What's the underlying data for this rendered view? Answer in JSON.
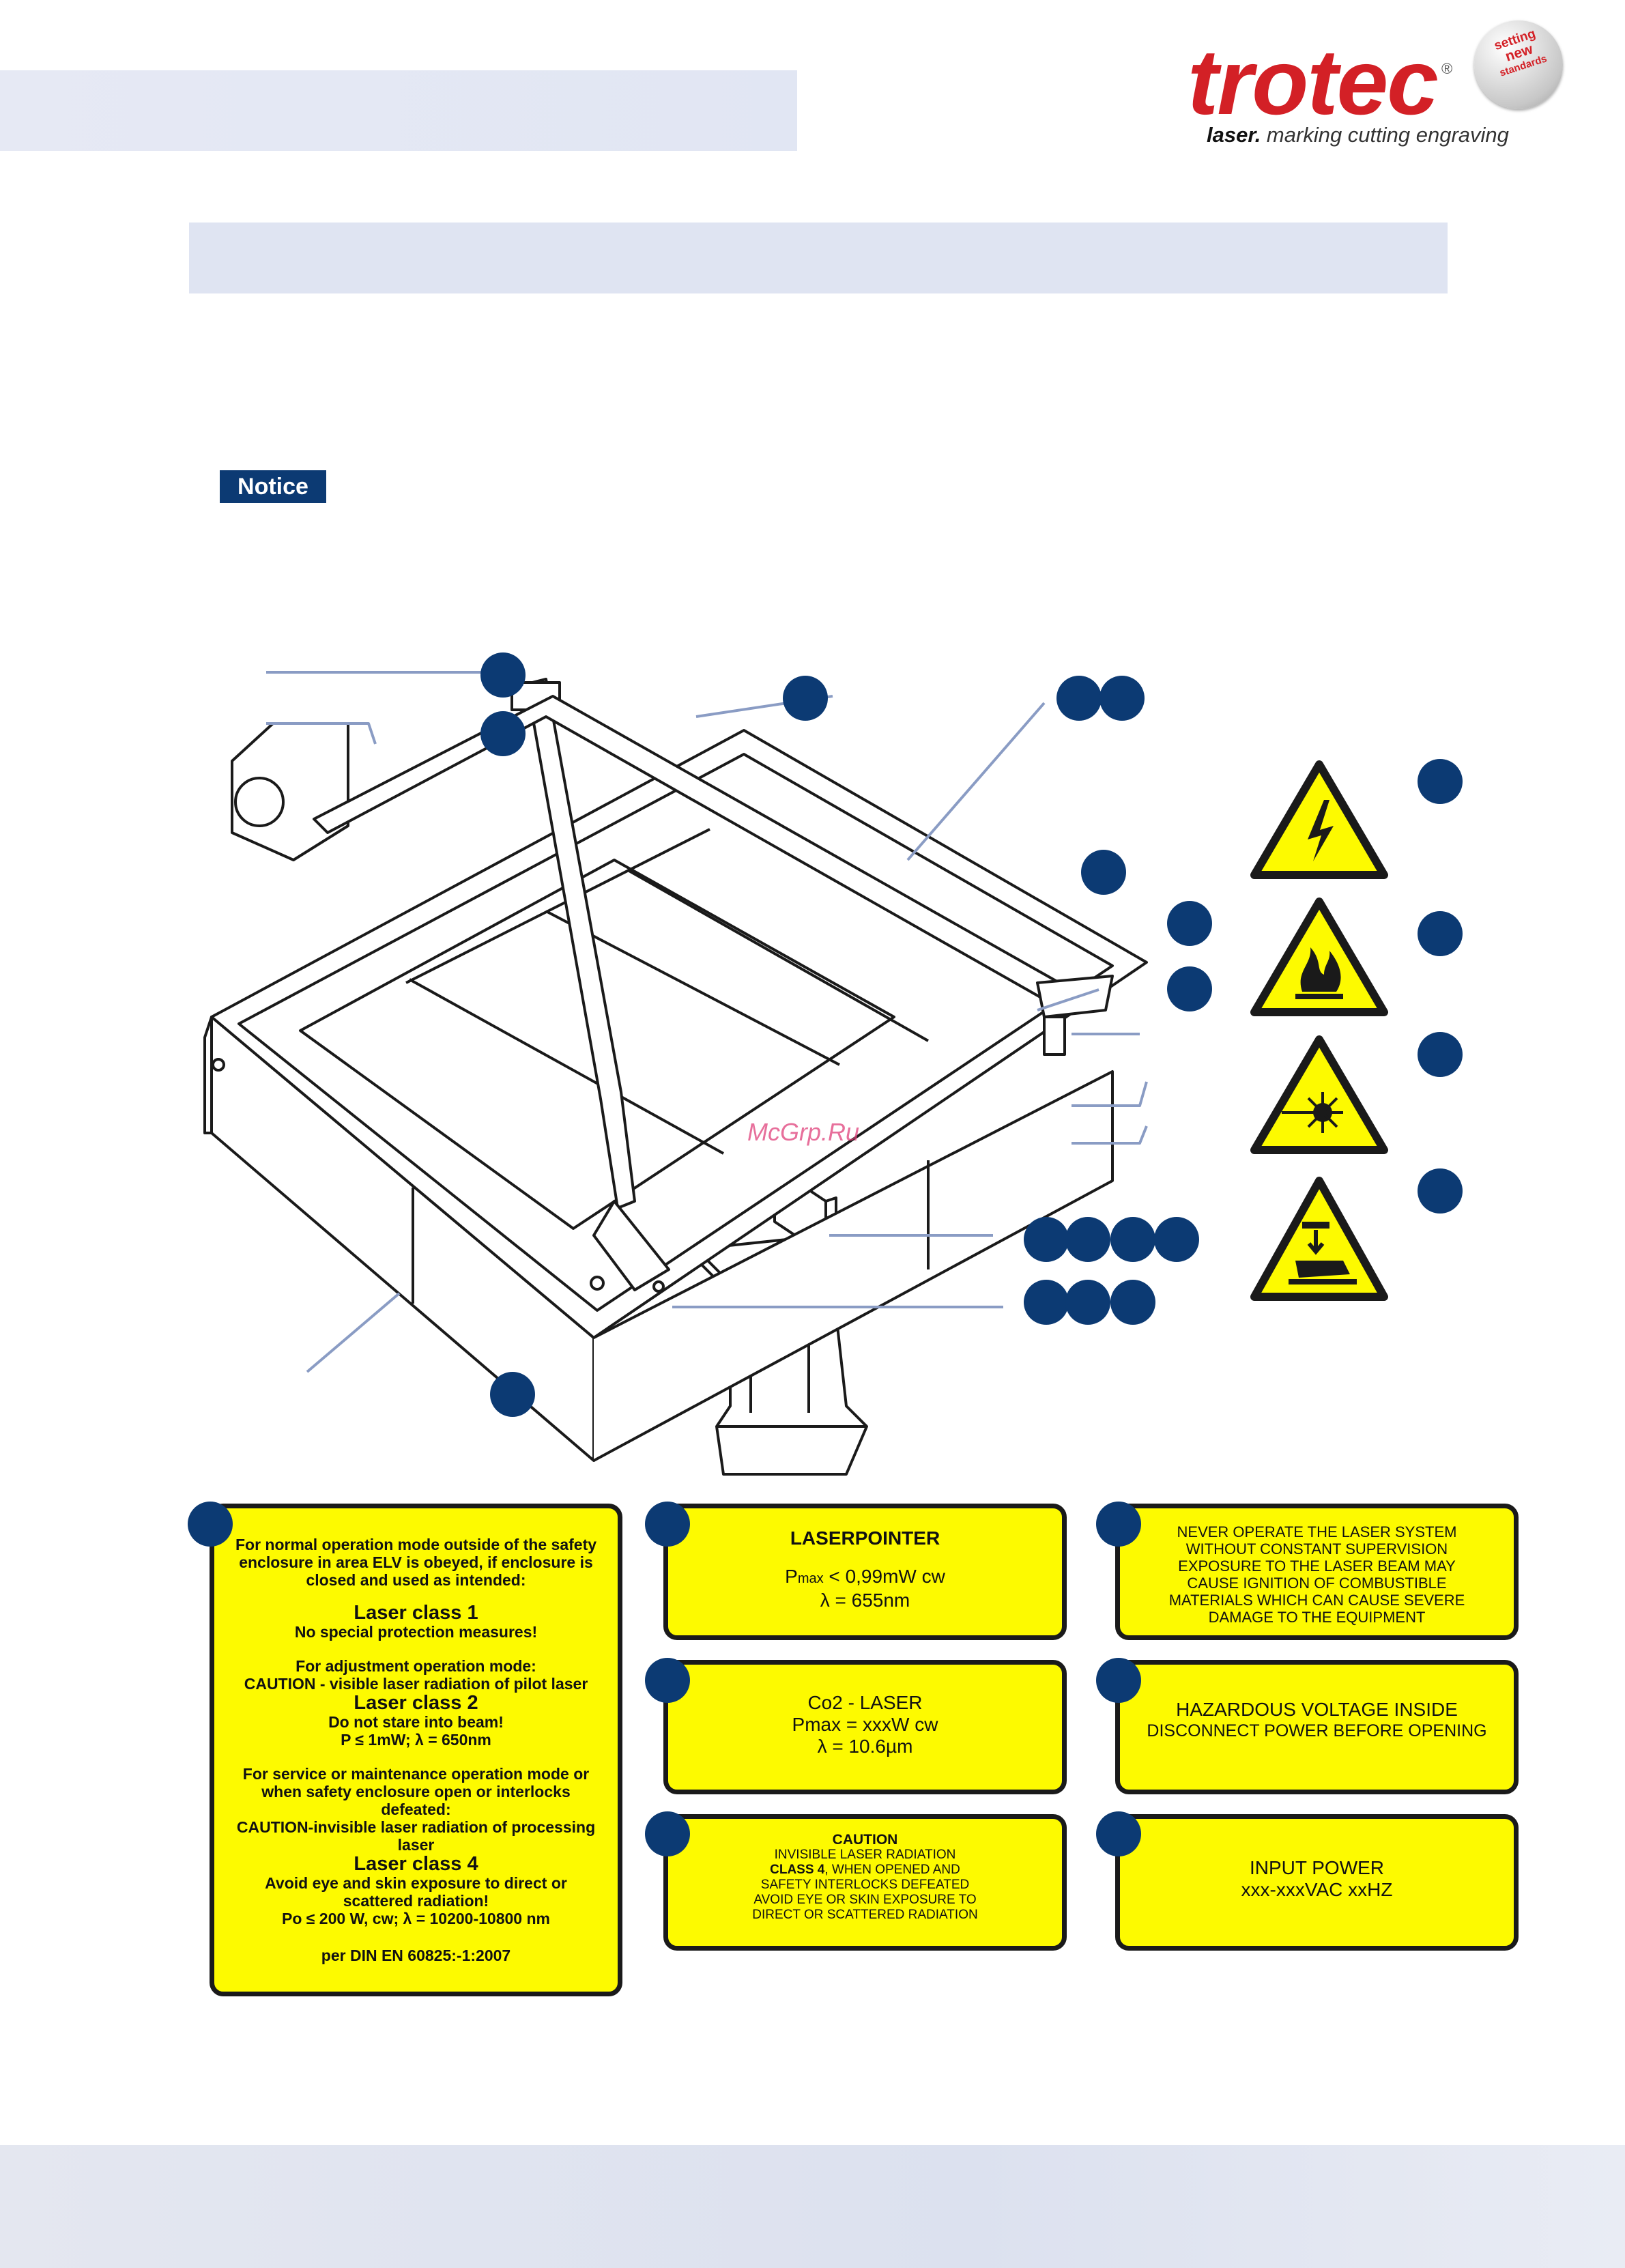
{
  "brand": {
    "name": "trotec",
    "registered": "®",
    "tagline_bold": "laser.",
    "tagline_rest": " marking cutting engraving",
    "seal_line1": "setting",
    "seal_line2": "new",
    "seal_line3": "standards"
  },
  "notice": {
    "label": "Notice"
  },
  "watermark": "McGrp.Ru",
  "colors": {
    "label_yellow": "#fdfa00",
    "marker_blue": "#0c3a73",
    "brand_red": "#d32026"
  },
  "warning_icons": [
    "electrical-hazard-icon",
    "flammable-hazard-icon",
    "laser-radiation-icon",
    "hand-crush-hazard-icon"
  ],
  "labels": {
    "laser_class": {
      "intro": "For normal operation mode outside of the safety enclosure in area ELV is obeyed, if enclosure is closed and used as intended:",
      "class1_title": "Laser class 1",
      "class1_text": "No special protection measures!",
      "adjust_intro": "For adjustment operation mode:",
      "adjust_caution": "CAUTION - visible laser radiation of pilot laser",
      "class2_title": "Laser class 2",
      "class2_text": "Do not stare into beam!",
      "class2_spec": "P ≤ 1mW; λ = 650nm",
      "service_intro": "For service or maintenance operation mode or when safety enclosure open or interlocks defeated:",
      "service_caution": "CAUTION-invisible laser radiation of processing laser",
      "class4_title": "Laser class 4",
      "class4_text": "Avoid eye and skin exposure to direct or scattered radiation!",
      "class4_spec": "Po ≤ 200 W, cw; λ = 10200-10800 nm",
      "norm": "per DIN EN 60825:-1:2007"
    },
    "laserpointer": {
      "title": "LASERPOINTER",
      "power_prefix": "P",
      "power_sub": "max",
      "power_rest": " < 0,99mW cw",
      "wavelength": "λ = 655nm"
    },
    "co2": {
      "title": "Co2 - LASER",
      "power": "Pmax =  xxxW cw",
      "wavelength": "λ = 10.6µm"
    },
    "caution": {
      "title": "CAUTION",
      "line1": "INVISIBLE LASER RADIATION",
      "line2_bold": "CLASS 4",
      "line2_rest": ", WHEN OPENED AND",
      "line3": "SAFETY INTERLOCKS DEFEATED",
      "line4": "AVOID EYE OR SKIN EXPOSURE TO",
      "line5": "DIRECT OR SCATTERED RADIATION"
    },
    "never_operate": {
      "line1": "NEVER OPERATE THE LASER SYSTEM",
      "line2": "WITHOUT CONSTANT SUPERVISION",
      "line3": "EXPOSURE TO THE LASER BEAM MAY",
      "line4": "CAUSE IGNITION OF COMBUSTIBLE",
      "line5": "MATERIALS WHICH CAN CAUSE SEVERE",
      "line6": "DAMAGE TO THE EQUIPMENT"
    },
    "voltage": {
      "title": "HAZARDOUS VOLTAGE INSIDE",
      "text": "DISCONNECT POWER BEFORE OPENING"
    },
    "input_power": {
      "title": "INPUT POWER",
      "text": "xxx-xxxVAC xxHZ"
    }
  }
}
